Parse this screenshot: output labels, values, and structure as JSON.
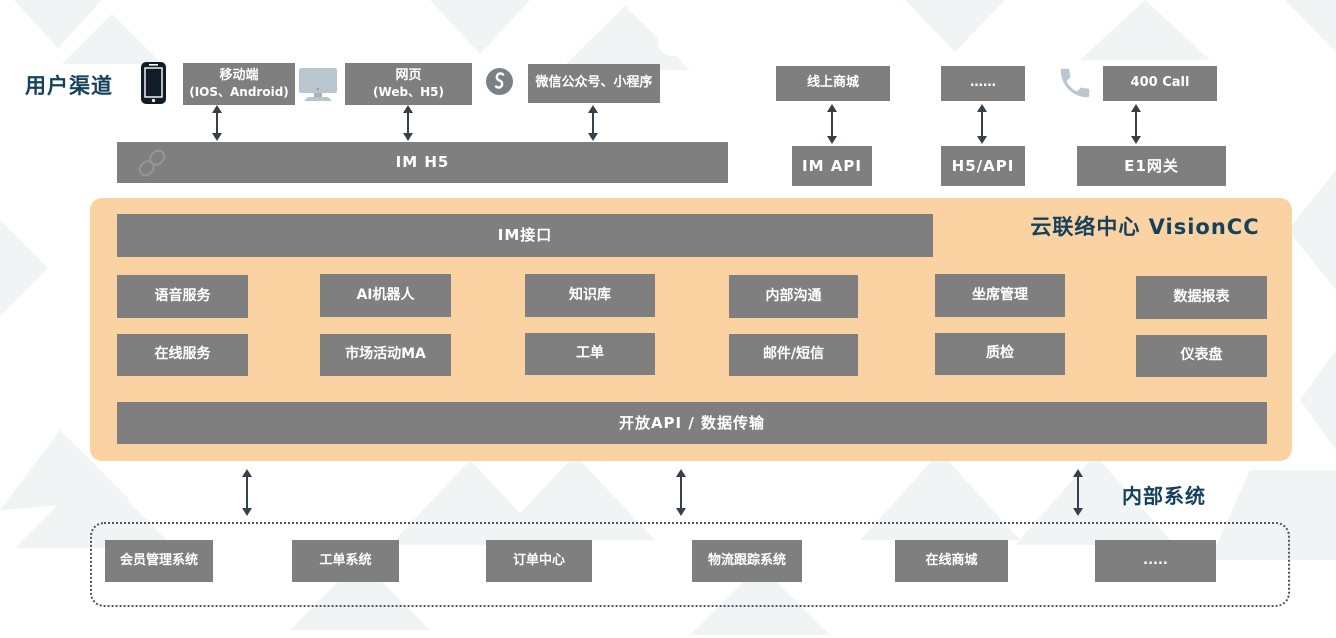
{
  "header": {
    "channels_label": "用户渠道",
    "internal_label": "内部系统",
    "platform_title": "云联络中心 VisionCC"
  },
  "channels": [
    {
      "line1": "移动端",
      "line2": "(IOS、Android)"
    },
    {
      "line1": "网页",
      "line2": "(Web、H5)"
    },
    {
      "line1": "微信公众号、小程序"
    },
    {
      "line1": "线上商城"
    },
    {
      "line1": "……"
    },
    {
      "line1": "400 Call"
    }
  ],
  "gateways": [
    {
      "label": "IM H5"
    },
    {
      "label": "IM API"
    },
    {
      "label": "H5/API"
    },
    {
      "label": "E1网关"
    }
  ],
  "platform": {
    "im_bar": "IM接口",
    "open_api_bar": "开放API / 数据传输",
    "modules_row1": [
      {
        "label": "语音服务"
      },
      {
        "label": "AI机器人"
      },
      {
        "label": "知识库"
      },
      {
        "label": "内部沟通"
      },
      {
        "label": "坐席管理"
      },
      {
        "label": "数据报表"
      }
    ],
    "modules_row2": [
      {
        "label": "在线服务"
      },
      {
        "label": "市场活动MA"
      },
      {
        "label": "工单"
      },
      {
        "label": "邮件/短信"
      },
      {
        "label": "质检"
      },
      {
        "label": "仪表盘"
      }
    ]
  },
  "internal_systems": [
    {
      "label": "会员管理系统"
    },
    {
      "label": "工单系统"
    },
    {
      "label": "订单中心"
    },
    {
      "label": "物流跟踪系统"
    },
    {
      "label": "在线商城"
    },
    {
      "label": "....."
    }
  ],
  "icons": {
    "smartphone": "dark mobile phone glyph",
    "monitor": "light desktop monitor glyph",
    "link": "gray circle with white chain-S",
    "phone_handset": "light telephone handset glyph",
    "chain_watermark": "faint chain links inside IM H5 bar"
  },
  "colors": {
    "box_gray": "#7f7f7f",
    "panel_orange": "#fbd3a2",
    "title_navy": "#14415c",
    "arrow": "#35424b",
    "background_shape": "#f0f4f4"
  }
}
